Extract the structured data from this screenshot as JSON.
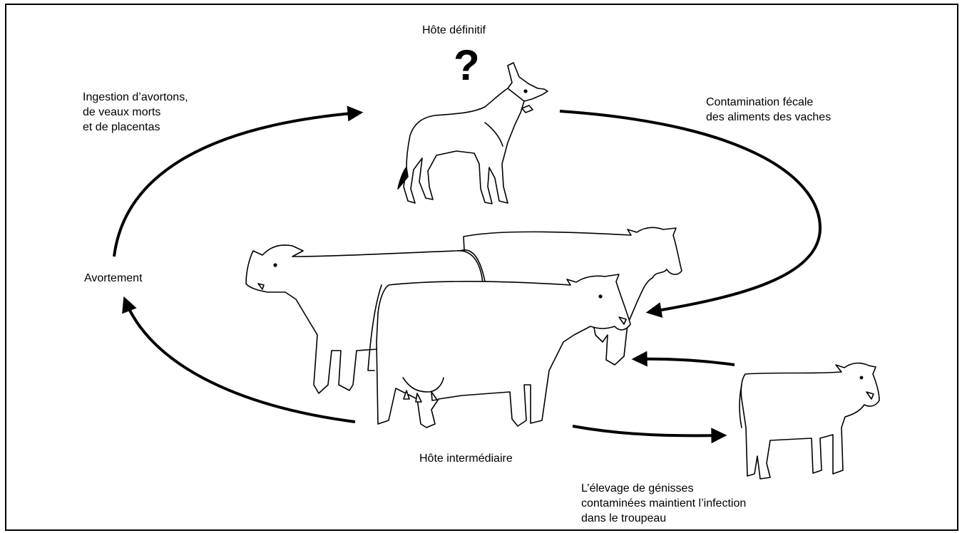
{
  "labels": {
    "definitive_host": "Hôte définitif",
    "question_mark": "?",
    "ingestion_line1": "Ingestion d’avortons,",
    "ingestion_line2": "de veaux morts",
    "ingestion_line3": "et de placentas",
    "fecal_line1": "Contamination fécale",
    "fecal_line2": "des aliments des vaches",
    "abortion": "Avortement",
    "intermediate_host": "Hôte intermédiaire",
    "heifer_line1": "L’élevage de génisses",
    "heifer_line2": "contaminées maintient l’infection",
    "heifer_line3": "dans le troupeau"
  },
  "colors": {
    "line": "#000000",
    "background": "#ffffff"
  },
  "icons": [
    "dog-icon",
    "cow-herd-icon",
    "calf-icon"
  ]
}
